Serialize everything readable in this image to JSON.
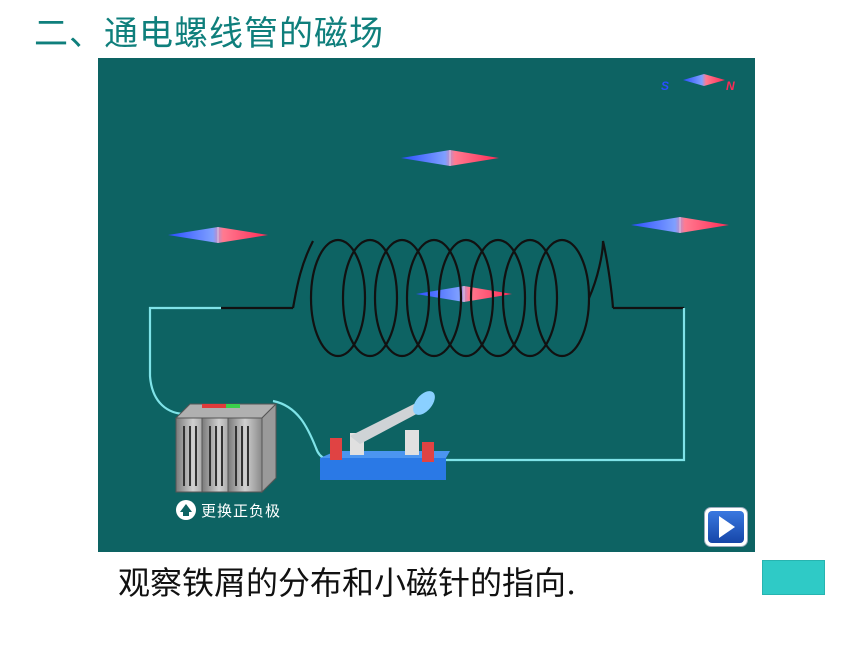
{
  "title": "二、通电螺线管的磁场",
  "legend": {
    "s_label": "S",
    "n_label": "N"
  },
  "controls": {
    "polarity_label": "更换正负极"
  },
  "caption": "观察铁屑的分布和小磁针的指向.",
  "colors": {
    "stage_bg": "#0d6363",
    "title": "#0f7f7c",
    "accent_button": "#2fcac6",
    "needle_north": "#ff3b5c",
    "needle_south": "#2a4dff",
    "wire": "#7fe3e8"
  },
  "icons": [
    "compass-needle",
    "play-icon",
    "arrow-up-icon",
    "battery-icon",
    "switch-icon"
  ]
}
